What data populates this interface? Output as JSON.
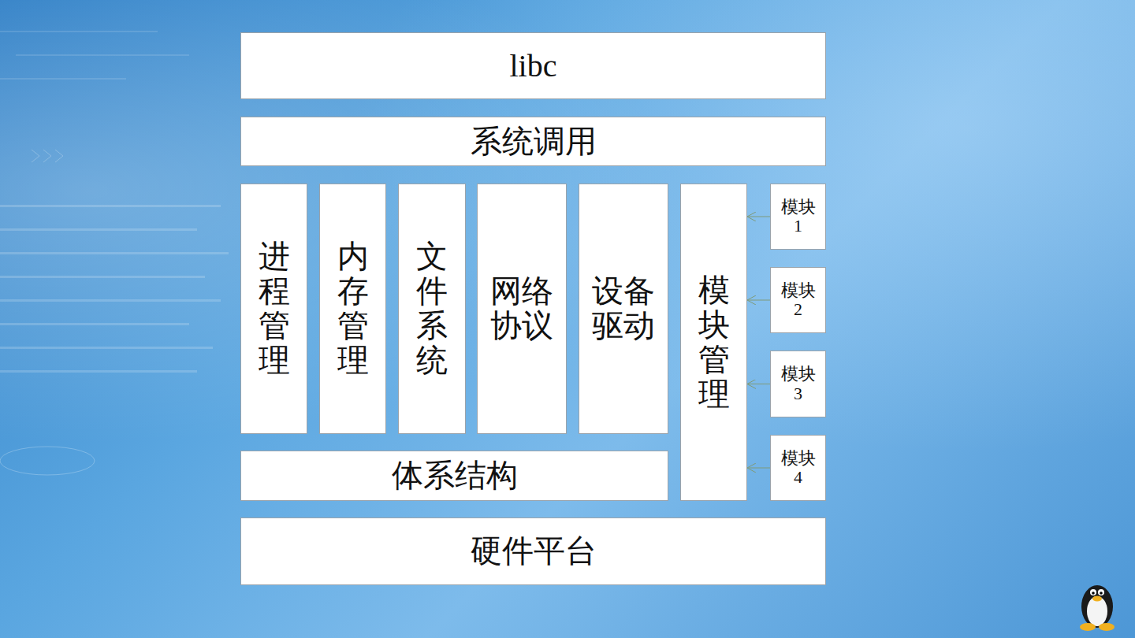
{
  "diagram": {
    "nodes": [
      {
        "text": [
          "libc"
        ]
      },
      {
        "text": [
          "系统调用"
        ]
      },
      {
        "text": [
          "进程管理"
        ]
      },
      {
        "text": [
          "内存管理"
        ]
      },
      {
        "text": [
          "文件系统"
        ]
      },
      {
        "text": [
          "网络协议"
        ]
      },
      {
        "text": [
          "设备驱动"
        ]
      },
      {
        "text": [
          "模块管理"
        ]
      },
      {
        "text": [
          "模块1"
        ]
      },
      {
        "text": [
          "模块2"
        ]
      },
      {
        "text": [
          "模块3"
        ]
      },
      {
        "text": [
          "模块4"
        ]
      },
      {
        "text": [
          "体系结构"
        ]
      },
      {
        "text": [
          "硬件平台"
        ]
      }
    ],
    "edges": [
      {
        "from": 8,
        "to": 7,
        "arrow": "to"
      },
      {
        "from": 9,
        "to": 7,
        "arrow": "to"
      },
      {
        "from": 10,
        "to": 7,
        "arrow": "to"
      },
      {
        "from": 11,
        "to": 7,
        "arrow": "to"
      }
    ]
  }
}
